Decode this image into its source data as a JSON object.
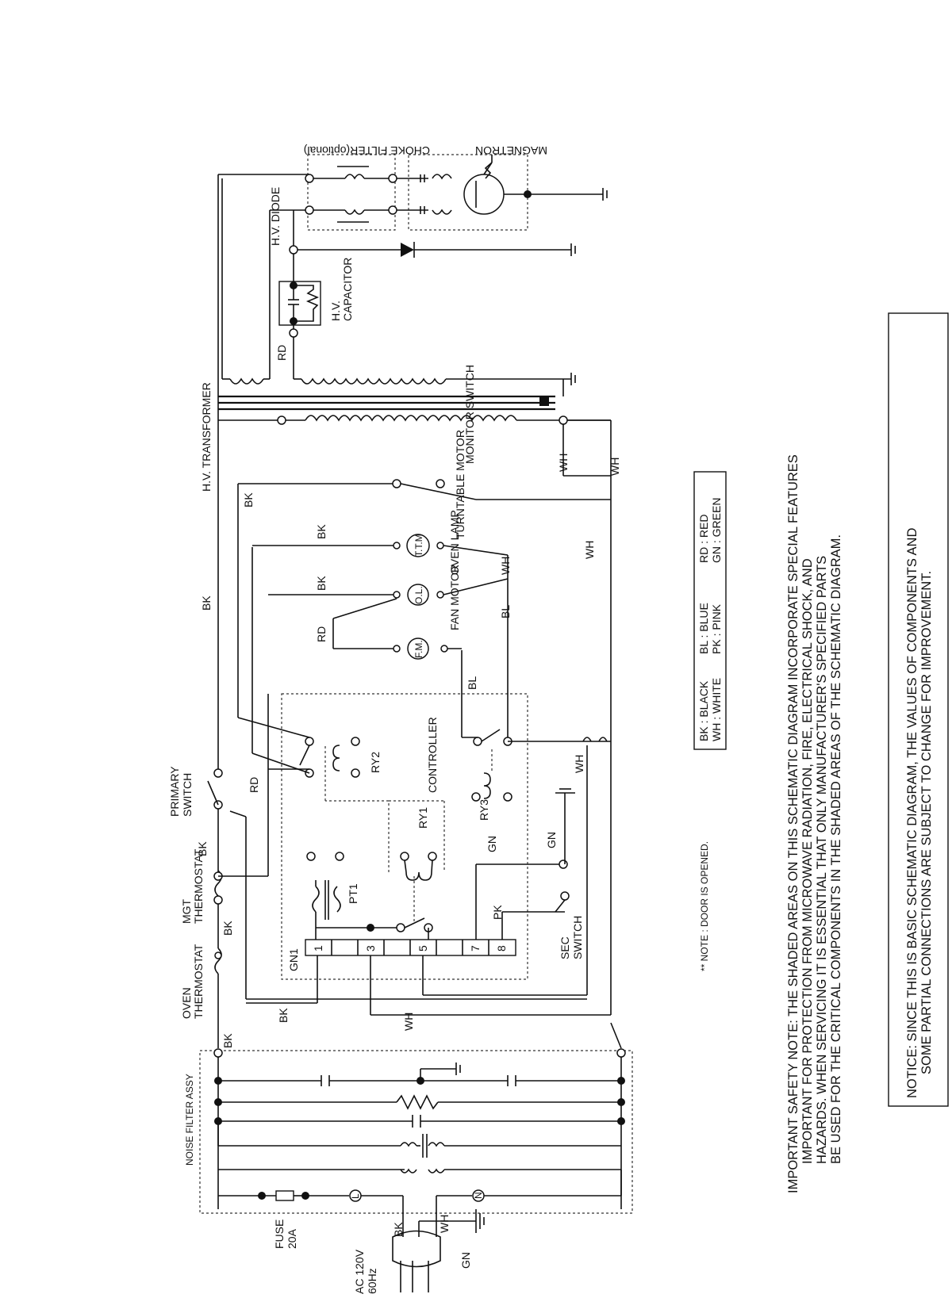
{
  "diagram": {
    "components": {
      "ac_source": "AC 120V\n60Hz",
      "fuse": "FUSE\n20A",
      "noise_filter": "NOISE FILTER ASSY",
      "oven_thermostat": "OVEN\nTHERMOSTAT",
      "mgt_thermostat": "MGT\nTHERMOSTAT",
      "primary_switch": "PRIMARY\nSWITCH",
      "sec_switch": "SEC\nSWITCH",
      "controller": "CONTROLLER",
      "ry1": "RY1",
      "ry2": "RY2",
      "ry3": "RY3",
      "pt1": "PT1",
      "gn1": "GN1",
      "fan_motor": "FAN MOTOR",
      "fan_motor_symbol": "F.M.",
      "oven_lamp": "OVEN LAMP",
      "oven_lamp_symbol": "O.L.",
      "turntable_motor": "TURNTABLE MOTOR",
      "turntable_motor_symbol": "T.T.M",
      "monitor_switch": "MONITOR SWITCH",
      "hv_transformer": "H.V. TRANSFORMER",
      "hv_capacitor": "H.V.\nCAPACITOR",
      "hv_diode": "H.V. DIODE",
      "choke_filter": "CHOKE FILTER(optional)",
      "magnetron": "MAGNETRON",
      "line_l": "L",
      "line_n": "N"
    },
    "terminals": [
      "1",
      "3",
      "5",
      "7",
      "8"
    ],
    "wire_codes": {
      "bk": "BK",
      "wh": "WH",
      "rd": "RD",
      "bl": "BL",
      "gn": "GN",
      "pk": "PK"
    },
    "legend": {
      "col1": [
        "BK : BLACK",
        "WH : WHITE"
      ],
      "col2": [
        "BL : BLUE",
        "PK : PINK"
      ],
      "col3": [
        "RD : RED",
        "GN : GREEN"
      ]
    },
    "door_note": "** NOTE : DOOR IS OPENED.",
    "safety_note": [
      "IMPORTANT SAFETY NOTE: THE SHADED AREAS ON THIS SCHEMATIC DIAGRAM INCORPORATE SPECIAL FEATURES",
      "IMPORTANT FOR PROTECTION FROM MICROWAVE RADIATION,  FIRE,  ELECTRICAL SHOCK,  AND",
      "HAZARDS. WHEN SERVICING IT IS ESSENTIAL THAT ONLY MANUFACTURER'S SPECIFIED PARTS",
      "BE USED FOR THE CRITICAL COMPONENTS IN THE SHADED AREAS OF THE SCHEMATIC DIAGRAM."
    ],
    "notice": [
      "NOTICE: SINCE THIS IS BASIC SCHEMATIC DIAGRAM, THE VALUES OF COMPONENTS AND",
      "SOME PARTIAL CONNECTIONS ARE SUBJECT TO CHANGE FOR IMPROVEMENT."
    ]
  }
}
